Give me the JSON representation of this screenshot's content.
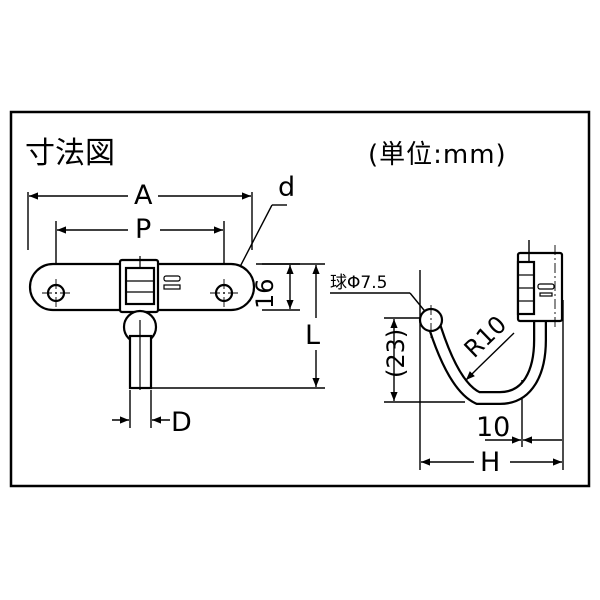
{
  "title": "寸法図",
  "unit_label": "(単位:mm)",
  "front_view": {
    "dim_A": "A",
    "dim_P": "P",
    "dim_d": "d",
    "dim_16": "16",
    "dim_L": "L",
    "dim_D": "D"
  },
  "side_view": {
    "ball_label": "球Φ7.5",
    "dim_23": "(23)",
    "radius_label": "R10",
    "dim_10": "10",
    "dim_H": "H"
  }
}
